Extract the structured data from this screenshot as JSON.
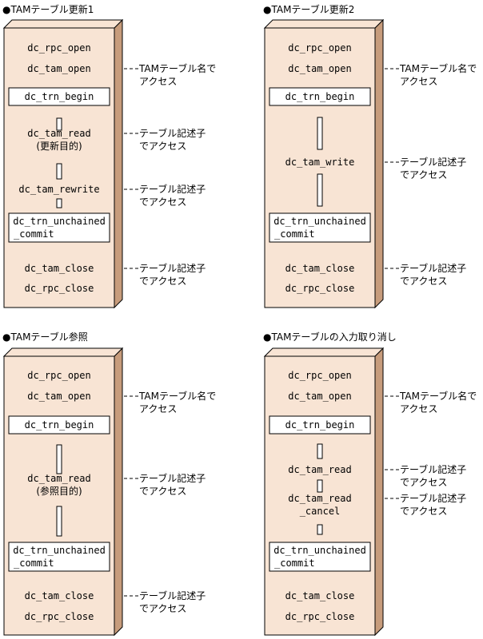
{
  "colors": {
    "panel_fill": "#f8e4d4",
    "panel_side": "#c79c7c",
    "line": "#000000"
  },
  "panels": [
    {
      "title": "●TAMテーブル更新1",
      "rows": [
        {
          "kind": "text",
          "text": "dc_rpc_open"
        },
        {
          "kind": "text",
          "text": "dc_tam_open",
          "note": [
            "TAMテーブル名で",
            "アクセス"
          ]
        },
        {
          "kind": "box",
          "lines": [
            "dc_trn_begin"
          ]
        },
        {
          "kind": "text",
          "lines": [
            "dc_tam_read",
            "(更新目的)"
          ],
          "note": [
            "テーブル記述子",
            "でアクセス"
          ]
        },
        {
          "kind": "text",
          "text": "dc_tam_rewrite",
          "note": [
            "テーブル記述子",
            "でアクセス"
          ]
        },
        {
          "kind": "box",
          "lines": [
            "dc_trn_unchained",
            "_commit"
          ]
        },
        {
          "kind": "text",
          "text": "dc_tam_close",
          "note": [
            "テーブル記述子",
            "でアクセス"
          ]
        },
        {
          "kind": "text",
          "text": "dc_rpc_close"
        }
      ]
    },
    {
      "title": "●TAMテーブル更新2",
      "rows": [
        {
          "kind": "text",
          "text": "dc_rpc_open"
        },
        {
          "kind": "text",
          "text": "dc_tam_open",
          "note": [
            "TAMテーブル名で",
            "アクセス"
          ]
        },
        {
          "kind": "box",
          "lines": [
            "dc_trn_begin"
          ]
        },
        {
          "kind": "text",
          "text": "dc_tam_write",
          "note": [
            "テーブル記述子",
            "でアクセス"
          ]
        },
        {
          "kind": "box",
          "lines": [
            "dc_trn_unchained",
            "_commit"
          ]
        },
        {
          "kind": "text",
          "text": "dc_tam_close",
          "note": [
            "テーブル記述子",
            "でアクセス"
          ]
        },
        {
          "kind": "text",
          "text": "dc_rpc_close"
        }
      ]
    },
    {
      "title": "●TAMテーブル参照",
      "rows": [
        {
          "kind": "text",
          "text": "dc_rpc_open"
        },
        {
          "kind": "text",
          "text": "dc_tam_open",
          "note": [
            "TAMテーブル名で",
            "アクセス"
          ]
        },
        {
          "kind": "box",
          "lines": [
            "dc_trn_begin"
          ]
        },
        {
          "kind": "text",
          "lines": [
            "dc_tam_read",
            "(参照目的)"
          ],
          "note": [
            "テーブル記述子",
            "でアクセス"
          ]
        },
        {
          "kind": "box",
          "lines": [
            "dc_trn_unchained",
            "_commit"
          ]
        },
        {
          "kind": "text",
          "text": "dc_tam_close",
          "note": [
            "テーブル記述子",
            "でアクセス"
          ]
        },
        {
          "kind": "text",
          "text": "dc_rpc_close"
        }
      ]
    },
    {
      "title": "●TAMテーブルの入力取り消し",
      "rows": [
        {
          "kind": "text",
          "text": "dc_rpc_open"
        },
        {
          "kind": "text",
          "text": "dc_tam_open",
          "note": [
            "TAMテーブル名で",
            "アクセス"
          ]
        },
        {
          "kind": "box",
          "lines": [
            "dc_trn_begin"
          ]
        },
        {
          "kind": "text",
          "text": "dc_tam_read",
          "note": [
            "テーブル記述子",
            "でアクセス"
          ]
        },
        {
          "kind": "text",
          "lines": [
            "dc_tam_read",
            "_cancel"
          ],
          "note": [
            "テーブル記述子",
            "でアクセス"
          ]
        },
        {
          "kind": "box",
          "lines": [
            "dc_trn_unchained",
            "_commit"
          ]
        },
        {
          "kind": "text",
          "text": "dc_tam_close"
        },
        {
          "kind": "text",
          "text": "dc_rpc_close"
        }
      ]
    }
  ]
}
